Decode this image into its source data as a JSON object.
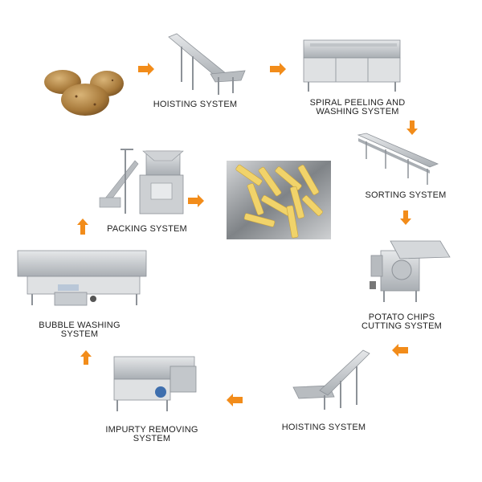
{
  "diagram": {
    "steps": [
      {
        "id": "hoisting-1",
        "label": "HOISTING SYSTEM"
      },
      {
        "id": "spiral-peeling",
        "label": "SPIRAL PEELING AND\nWASHING  SYSTEM"
      },
      {
        "id": "sorting",
        "label": "SORTING SYSTEM"
      },
      {
        "id": "cutting",
        "label": "POTATO CHIPS\nCUTTING SYSTEM"
      },
      {
        "id": "hoisting-2",
        "label": "HOISTING SYSTEM"
      },
      {
        "id": "impurity",
        "label": "IMPURTY REMOVING\nSYSTEM"
      },
      {
        "id": "bubble",
        "label": "BUBBLE  WASHING\nSYSTEM"
      },
      {
        "id": "packing",
        "label": "PACKING  SYSTEM"
      }
    ],
    "colors": {
      "arrow": "#f28c1a",
      "steel": "#c9ccd0",
      "steel_dark": "#8d9298",
      "potato": "#b58a4a",
      "fries": "#f1d36a"
    }
  }
}
